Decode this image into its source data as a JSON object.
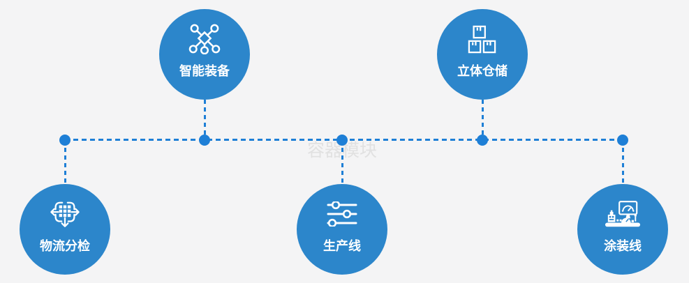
{
  "watermark": {
    "text": "容器模块"
  },
  "colors": {
    "bg": "#f4f4f5",
    "circle": "#2c86cb",
    "connector": "#1e7fd6",
    "label_text": "#ffffff",
    "watermark_text": "#e1e1e1"
  },
  "nodes": [
    {
      "label": "智能装备",
      "icon": "network-nodes-icon",
      "row": "top"
    },
    {
      "label": "立体仓储",
      "icon": "stacked-boxes-icon",
      "row": "top"
    },
    {
      "label": "物流分检",
      "icon": "distribute-arrows-icon",
      "row": "bottom"
    },
    {
      "label": "生产线",
      "icon": "sliders-icon",
      "row": "bottom"
    },
    {
      "label": "涂装线",
      "icon": "control-console-icon",
      "row": "bottom"
    }
  ]
}
